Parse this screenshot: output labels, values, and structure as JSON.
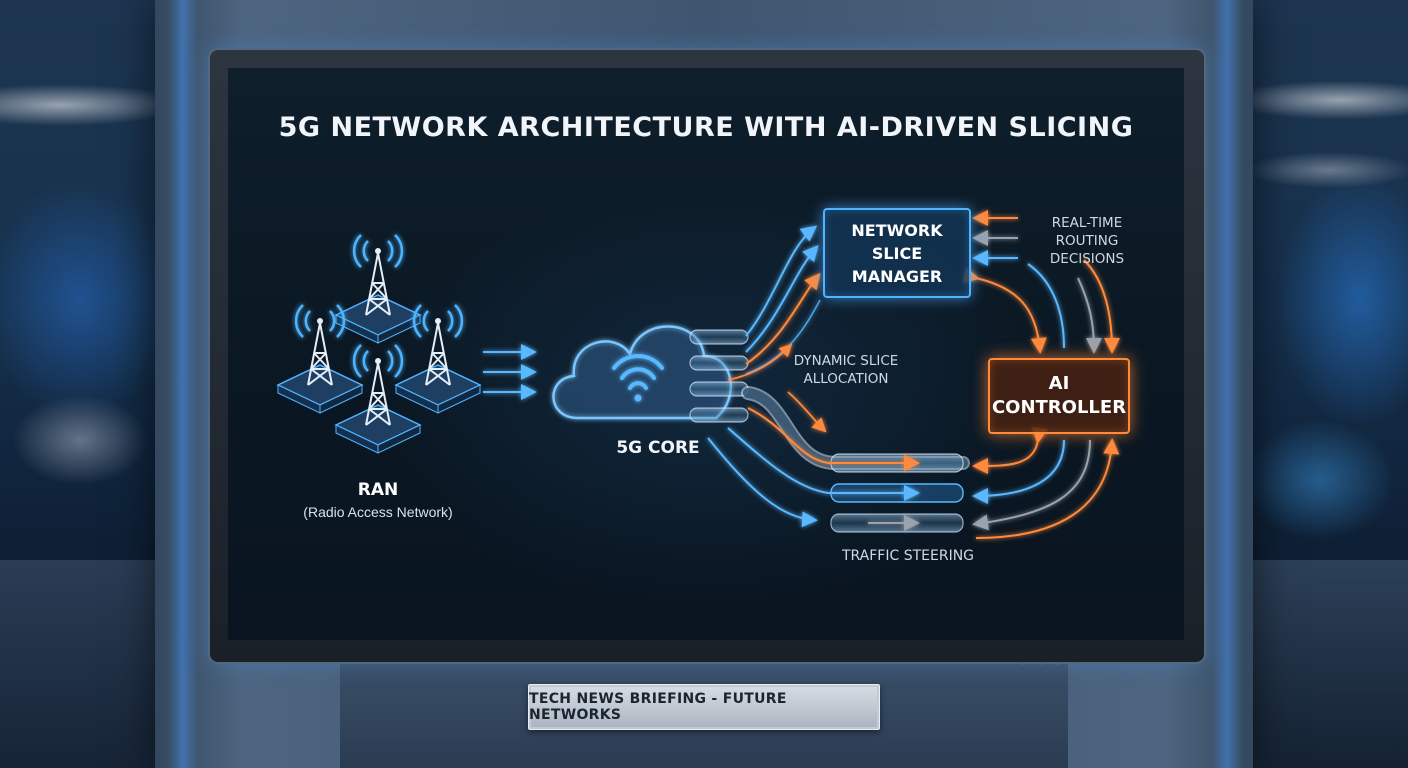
{
  "diagram": {
    "title": "5G NETWORK ARCHITECTURE WITH AI-DRIVEN SLICING",
    "ran": {
      "label": "RAN",
      "sublabel": "(Radio Access Network)"
    },
    "core": {
      "label": "5G CORE"
    },
    "slice_manager": {
      "label_line1": "NETWORK",
      "label_line2": "SLICE MANAGER"
    },
    "ai_controller": {
      "label_line1": "AI",
      "label_line2": "CONTROLLER"
    },
    "annotations": {
      "dynamic_slice": {
        "line1": "DYNAMIC SLICE",
        "line2": "ALLOCATION"
      },
      "realtime": {
        "line1": "REAL-TIME",
        "line2": "ROUTING",
        "line3": "DECISIONS"
      },
      "traffic": "TRAFFIC STEERING"
    }
  },
  "nameplate": {
    "text": "TECH NEWS BRIEFING - FUTURE NETWORKS"
  },
  "colors": {
    "accent_blue": "#4fb4ff",
    "accent_orange": "#ff8a3c",
    "screen_bg": "#0a1722"
  },
  "icons": [
    "cell-tower-icon",
    "cloud-icon",
    "wifi-icon"
  ]
}
